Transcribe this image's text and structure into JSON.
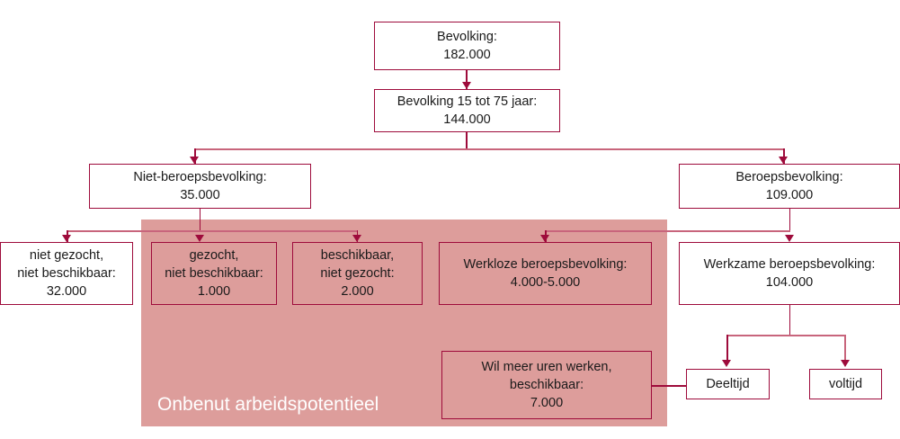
{
  "diagram": {
    "title_region": "Onbenut arbeidspotentieel",
    "colors": {
      "border": "#9e0b3b",
      "region_fill": "#dd9d9b",
      "connector_soft": "#c8657c",
      "text": "#1a1a1a",
      "region_label_text": "#ffffff",
      "box_fill": "#ffffff"
    },
    "nodes": {
      "bevolking": "Bevolking:\n182.000",
      "bevolking_15_75": "Bevolking 15 tot 75 jaar:\n144.000",
      "niet_beroepsbevolking": "Niet-beroepsbevolking:\n35.000",
      "beroepsbevolking": "Beroepsbevolking:\n109.000",
      "niet_gezocht_niet_beschikbaar": "niet gezocht,\nniet beschikbaar:\n32.000",
      "gezocht_niet_beschikbaar": "gezocht,\nniet beschikbaar:\n1.000",
      "beschikbaar_niet_gezocht": "beschikbaar,\nniet gezocht:\n2.000",
      "werkloze_beroepsbevolking": "Werkloze beroepsbevolking:\n4.000-5.000",
      "werkzame_beroepsbevolking": "Werkzame beroepsbevolking:\n104.000",
      "wil_meer_uren_werken": "Wil meer uren werken,\nbeschikbaar:\n7.000",
      "deeltijd": "Deeltijd",
      "voltijd": "voltijd"
    }
  }
}
